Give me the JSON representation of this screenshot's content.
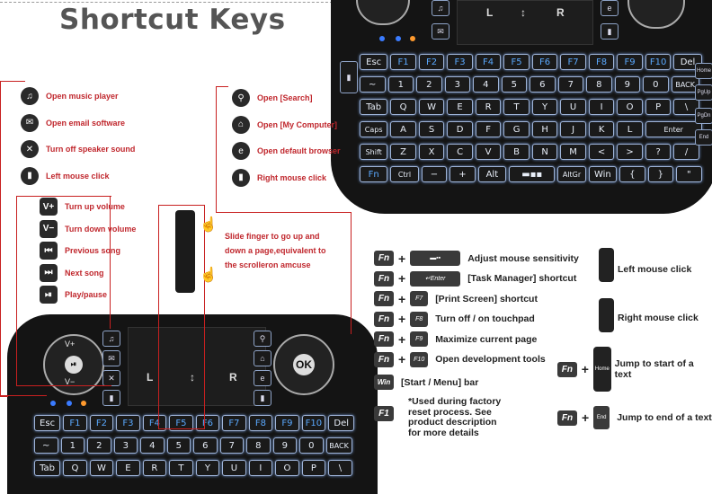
{
  "title": "Shortcut Keys",
  "left_legend": [
    {
      "icon": "music-note-icon",
      "glyph": "♫",
      "label": "Open music player"
    },
    {
      "icon": "envelope-icon",
      "glyph": "✉",
      "label": "Open email software"
    },
    {
      "icon": "speaker-mute-icon",
      "glyph": "✕",
      "label": "Turn off speaker sound"
    },
    {
      "icon": "mouse-icon",
      "glyph": "▮",
      "label": "Left mouse click"
    }
  ],
  "right_legend": [
    {
      "icon": "magnifier-icon",
      "glyph": "⚲",
      "label": "Open [Search]"
    },
    {
      "icon": "home-icon",
      "glyph": "⌂",
      "label": "Open [My Computer]"
    },
    {
      "icon": "browser-e-icon",
      "glyph": "e",
      "label": "Open default browser"
    },
    {
      "icon": "mouse-right-icon",
      "glyph": "▮",
      "label": "Right mouse click"
    }
  ],
  "media_legend": [
    {
      "icon": "volume-up-icon",
      "glyph": "V+",
      "label": "Turn up volume"
    },
    {
      "icon": "volume-down-icon",
      "glyph": "V−",
      "label": "Turn down volume"
    },
    {
      "icon": "previous-icon",
      "glyph": "⏮",
      "label": "Previous song"
    },
    {
      "icon": "next-icon",
      "glyph": "⏭",
      "label": "Next song"
    },
    {
      "icon": "play-pause-icon",
      "glyph": "⏯",
      "label": "Play/pause"
    }
  ],
  "scroll_text": [
    "Slide finger to go up and",
    "down a page,equivalent to",
    "the scrolleron amcuse"
  ],
  "shortcuts": [
    {
      "key": "Fn",
      "combo": "▬▪▪",
      "label": "Adjust mouse sensitivity"
    },
    {
      "key": "Fn",
      "combo": "↵Enter",
      "label": "[Task Manager] shortcut"
    },
    {
      "key": "Fn",
      "combo": "F7",
      "label": "[Print Screen] shortcut"
    },
    {
      "key": "Fn",
      "combo": "F8",
      "label": "Turn off / on touchpad"
    },
    {
      "key": "Fn",
      "combo": "F9",
      "label": "Maximize current page"
    },
    {
      "key": "Fn",
      "combo": "F10",
      "label": "Open development tools"
    }
  ],
  "win_key": {
    "key": "Win",
    "label": "[Start / Menu] bar"
  },
  "note": {
    "key": "F1",
    "lines": [
      "*Used during factory",
      "reset process. See",
      "product description",
      "for more details"
    ]
  },
  "right_side": [
    {
      "label": "Left mouse click"
    },
    {
      "label": "Right mouse click"
    },
    {
      "key": "Fn",
      "combo": "Home",
      "label": "Jump to start of a text"
    },
    {
      "key": "Fn",
      "combo": "End",
      "label": "Jump to end of a text"
    }
  ],
  "keyboard": {
    "row1": [
      "Esc",
      "F1",
      "F2",
      "F3",
      "F4",
      "F5",
      "F6",
      "F7",
      "F8",
      "F9",
      "F10",
      "Del"
    ],
    "row2": [
      "~",
      "1",
      "2",
      "3",
      "4",
      "5",
      "6",
      "7",
      "8",
      "9",
      "0",
      "BACK"
    ],
    "row3": [
      "Tab",
      "Q",
      "W",
      "E",
      "R",
      "T",
      "Y",
      "U",
      "I",
      "O",
      "P",
      "\\"
    ],
    "row4": [
      "Caps",
      "A",
      "S",
      "D",
      "F",
      "G",
      "H",
      "J",
      "K",
      "L",
      "Enter"
    ],
    "row5": [
      "Shift",
      "Z",
      "X",
      "C",
      "V",
      "B",
      "N",
      "M",
      "<",
      ">",
      "?",
      "/"
    ],
    "row6": [
      "Fn",
      "Ctrl",
      "−",
      "+",
      "Alt",
      "▬▪▪",
      "AltGr",
      "Win",
      "{",
      "}",
      "\""
    ],
    "pad_left": "L",
    "pad_mid": "↕",
    "pad_right": "R",
    "ok": "OK",
    "vplus": "V+",
    "vminus": "V−",
    "side_home": "Home",
    "side_pgup": "PgUp",
    "side_pgdn": "PgDn",
    "side_end": "End"
  },
  "colors": {
    "red": "#c82020",
    "led_blue": "#3a7bff",
    "led_orange": "#ff9a2e"
  }
}
